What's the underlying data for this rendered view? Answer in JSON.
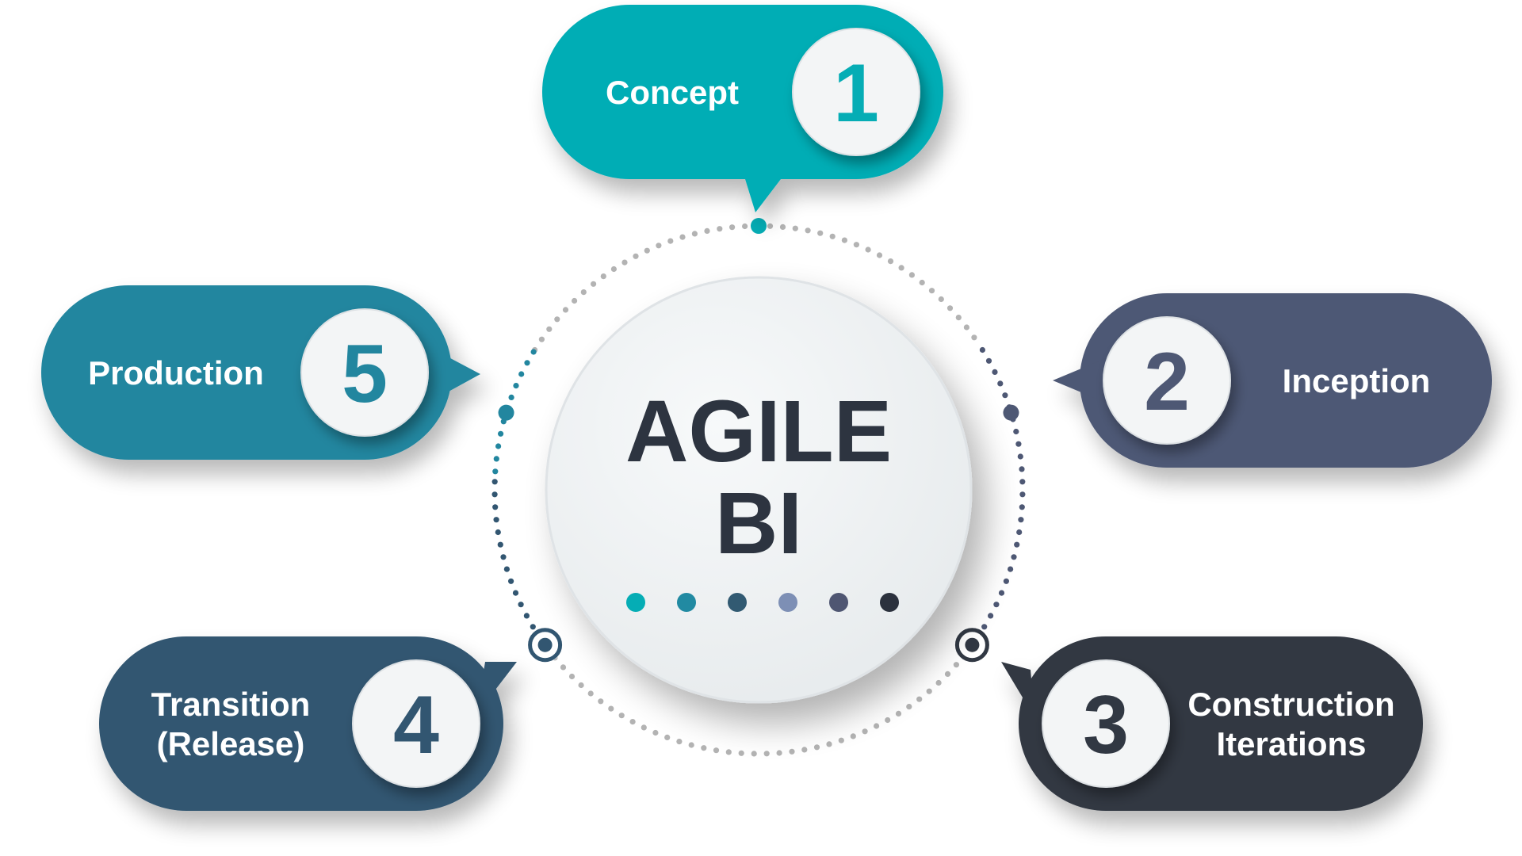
{
  "center": {
    "line1": "AGILE",
    "line2": "BI",
    "dot_colors": [
      "#05adb5",
      "#218aa2",
      "#325a72",
      "#7d8fb5",
      "#4f5672",
      "#2b313d"
    ]
  },
  "stages": [
    {
      "number": "1",
      "lines": [
        "Concept"
      ],
      "color": "#05adb5"
    },
    {
      "number": "2",
      "lines": [
        "Inception"
      ],
      "color": "#4e5874"
    },
    {
      "number": "3",
      "lines": [
        "Construction",
        "Iterations"
      ],
      "color": "#313843"
    },
    {
      "number": "4",
      "lines": [
        "Transition",
        "(Release)"
      ],
      "color": "#325671"
    },
    {
      "number": "5",
      "lines": [
        "Production"
      ],
      "color": "#22869f"
    }
  ],
  "colors": {
    "ring_dots": "#b3b3b3",
    "number_badge_bg": "#f3f5f6",
    "center_fill": "#f2f4f5"
  }
}
